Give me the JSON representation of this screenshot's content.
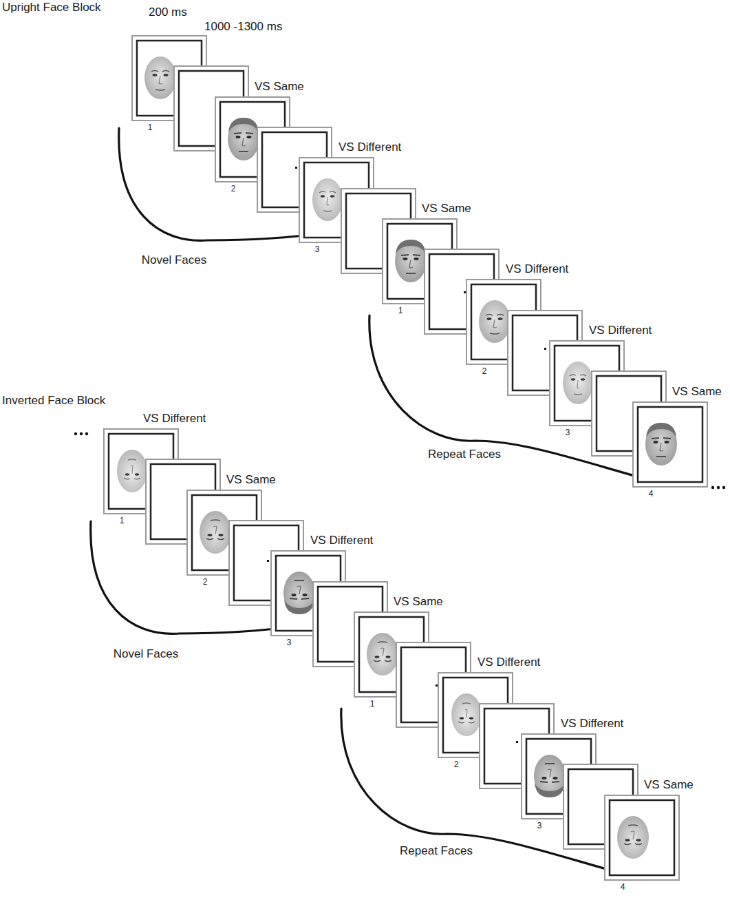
{
  "diagram": {
    "labels": [
      "Upright Face Block",
      "200 ms",
      "1000 -1300 ms",
      "VS Same",
      "VS Different",
      "VS Same",
      "VS Different",
      "VS Different",
      "VS Same",
      "1",
      "2",
      "3",
      "Novel Faces",
      "1",
      "2",
      "3",
      "4",
      "Repeat Faces",
      "Inverted Face Block",
      "VS Different",
      "VS Same",
      "VS Different",
      "VS Same",
      "VS Different",
      "VS Different",
      "VS Same",
      "1",
      "2",
      "3",
      "Novel Faces",
      "1",
      "2",
      "3",
      "4",
      "Repeat Faces"
    ]
  }
}
